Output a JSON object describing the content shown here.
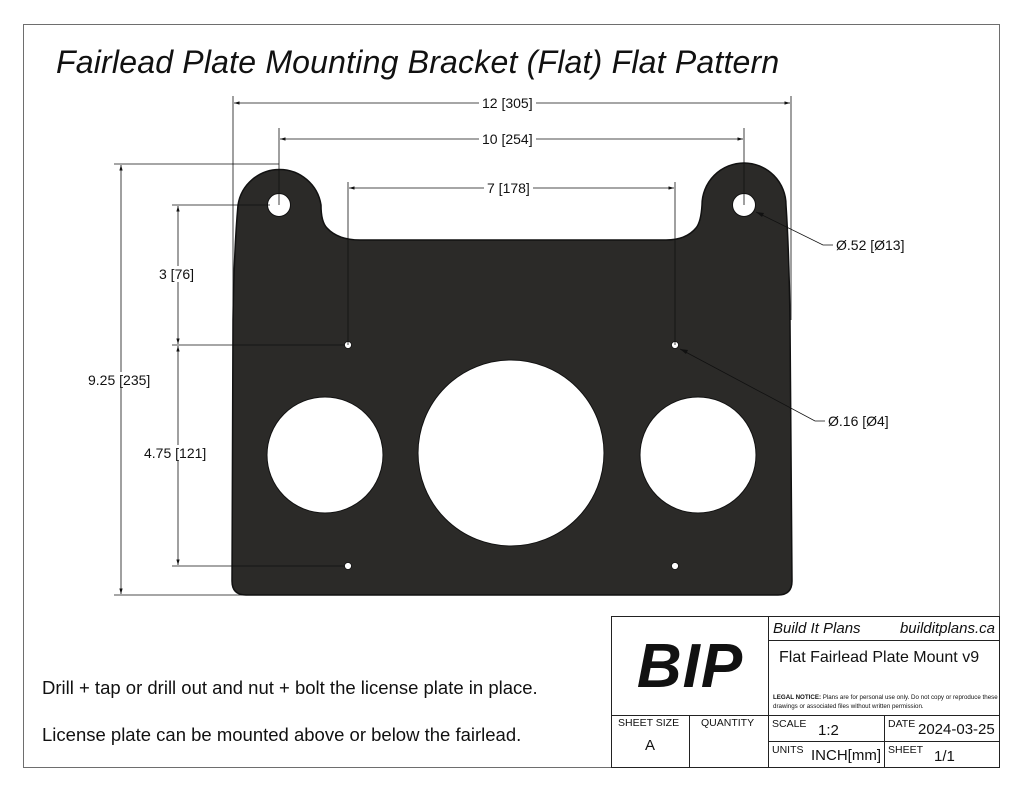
{
  "drawing": {
    "title": "Fairlead Plate Mounting Bracket (Flat) Flat Pattern",
    "colors": {
      "plate_fill": "#2b2a28",
      "line": "#111111",
      "border": "#6e6e6e",
      "background": "#ffffff"
    },
    "dimensions": {
      "overall_width": "12 [305]",
      "ear_hole_spacing": "10 [254]",
      "plate_hole_spacing": "7 [178]",
      "overall_height": "9.25 [235]",
      "ear_to_upper_holes": "3 [76]",
      "upper_to_lower_holes": "4.75 [121]",
      "ear_hole_diameter": "Ø.52 [Ø13]",
      "plate_hole_diameter": "Ø.16 [Ø4]"
    },
    "notes": [
      "Drill + tap or drill out and nut + bolt the license plate in place.",
      "License plate can be mounted above or below the fairlead."
    ]
  },
  "title_block": {
    "logo": "BIP",
    "company": "Build It Plans",
    "website": "builditplans.ca",
    "part_name": "Flat Fairlead Plate Mount v9",
    "legal_label": "LEGAL NOTICE:",
    "legal_text": " Plans are for personal use only. Do not copy or reproduce these drawings or associated files without written permission.",
    "sheet_size_label": "SHEET SIZE",
    "sheet_size": "A",
    "quantity_label": "QUANTITY",
    "quantity": "",
    "scale_label": "SCALE",
    "scale": "1:2",
    "date_label": "DATE",
    "date": "2024-03-25",
    "units_label": "UNITS",
    "units": "INCH[mm]",
    "sheet_label": "SHEET",
    "sheet": "1/1"
  }
}
